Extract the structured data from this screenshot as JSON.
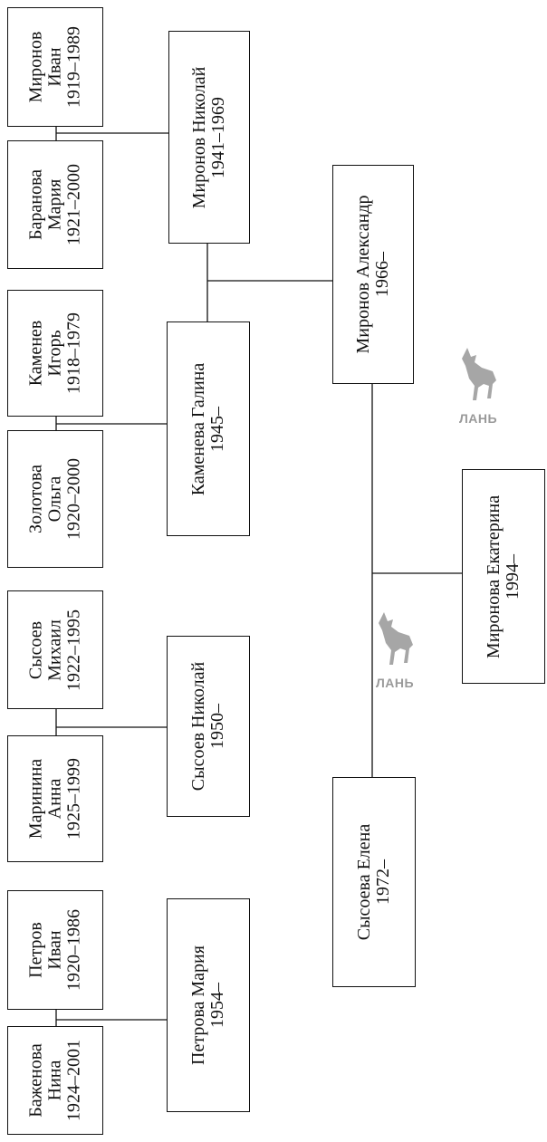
{
  "nodes": {
    "mironov_ivan": {
      "lines": [
        "Миронов",
        "Иван",
        "1919–1989"
      ]
    },
    "baranova_maria": {
      "lines": [
        "Баранова",
        "Мария",
        "1921–2000"
      ]
    },
    "kamenev_igor": {
      "lines": [
        "Каменев",
        "Игорь",
        "1918–1979"
      ]
    },
    "zolotova_olga": {
      "lines": [
        "Золотова",
        "Ольга",
        "1920–2000"
      ]
    },
    "sysoev_mikhail": {
      "lines": [
        "Сысоев",
        "Михаил",
        "1922–1995"
      ]
    },
    "marinina_anna": {
      "lines": [
        "Маринина",
        "Анна",
        "1925–1999"
      ]
    },
    "petrov_ivan": {
      "lines": [
        "Петров",
        "Иван",
        "1920–1986"
      ]
    },
    "bazhenova_nina": {
      "lines": [
        "Баженова",
        "Нина",
        "1924–2001"
      ]
    },
    "mironov_nikolay": {
      "lines": [
        "Миронов Николай",
        "1941–1969"
      ]
    },
    "kameneva_galina": {
      "lines": [
        "Каменева Галина",
        "1945–"
      ]
    },
    "sysoev_nikolay": {
      "lines": [
        "Сысоев Николай",
        "1950–"
      ]
    },
    "petrova_maria": {
      "lines": [
        "Петрова Мария",
        "1954–"
      ]
    },
    "mironov_alexandr": {
      "lines": [
        "Миронов Александр",
        "1966–"
      ]
    },
    "mironova_ekaterina": {
      "lines": [
        "Миронова Екатерина",
        "1994–"
      ]
    },
    "sysoeva_elena": {
      "lines": [
        "Сысоева Елена",
        "1972–"
      ]
    }
  },
  "watermark": {
    "text": "ЛАНЬ",
    "color": "#9a9a9a"
  }
}
